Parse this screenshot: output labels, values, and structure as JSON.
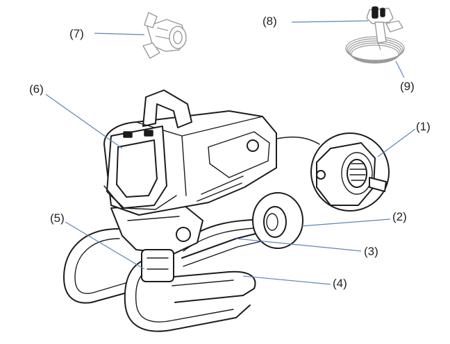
{
  "callouts": [
    {
      "id": "1",
      "label": "(1)"
    },
    {
      "id": "2",
      "label": "(2)"
    },
    {
      "id": "3",
      "label": "(3)"
    },
    {
      "id": "4",
      "label": "(4)"
    },
    {
      "id": "5",
      "label": "(5)"
    },
    {
      "id": "6",
      "label": "(6)"
    },
    {
      "id": "7",
      "label": "(7)"
    },
    {
      "id": "8",
      "label": "(8)"
    },
    {
      "id": "9",
      "label": "(9)"
    }
  ],
  "colors": {
    "leader": "#5b84b8",
    "ink": "#1b1b1b",
    "ghost": "#9a9a9a"
  }
}
